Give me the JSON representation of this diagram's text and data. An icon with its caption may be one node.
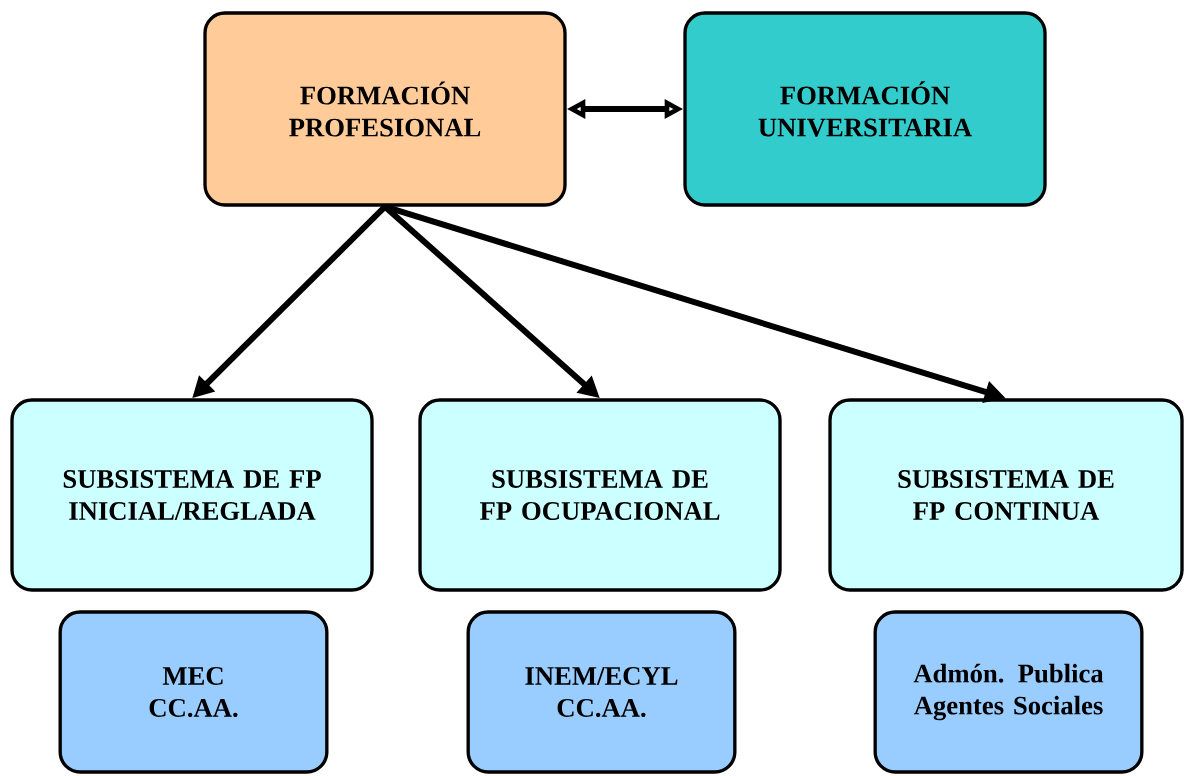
{
  "diagram": {
    "nodes": [
      {
        "text": [
          "FORMACIÓN PROFESIONAL"
        ]
      },
      {
        "text": [
          "FORMACIÓN UNIVERSITARIA"
        ]
      },
      {
        "text": [
          "SUBSISTEMA DE FP INICIAL/REGLADA"
        ]
      },
      {
        "text": [
          "SUBSISTEMA DE FP OCUPACIONAL"
        ]
      },
      {
        "text": [
          "SUBSISTEMA DE FP CONTINUA"
        ]
      },
      {
        "text": [
          "MEC",
          "CC.AA."
        ]
      },
      {
        "text": [
          "INEM/ECYL",
          "CC.AA."
        ]
      },
      {
        "text": [
          "Admón. Publica",
          "Agentes Sociales"
        ]
      }
    ],
    "edges": [
      {
        "from": 0,
        "to": 1,
        "arrow": "both"
      },
      {
        "from": 0,
        "to": 2,
        "arrow": "to"
      },
      {
        "from": 0,
        "to": 3,
        "arrow": "to"
      },
      {
        "from": 0,
        "to": 4,
        "arrow": "to"
      }
    ]
  }
}
